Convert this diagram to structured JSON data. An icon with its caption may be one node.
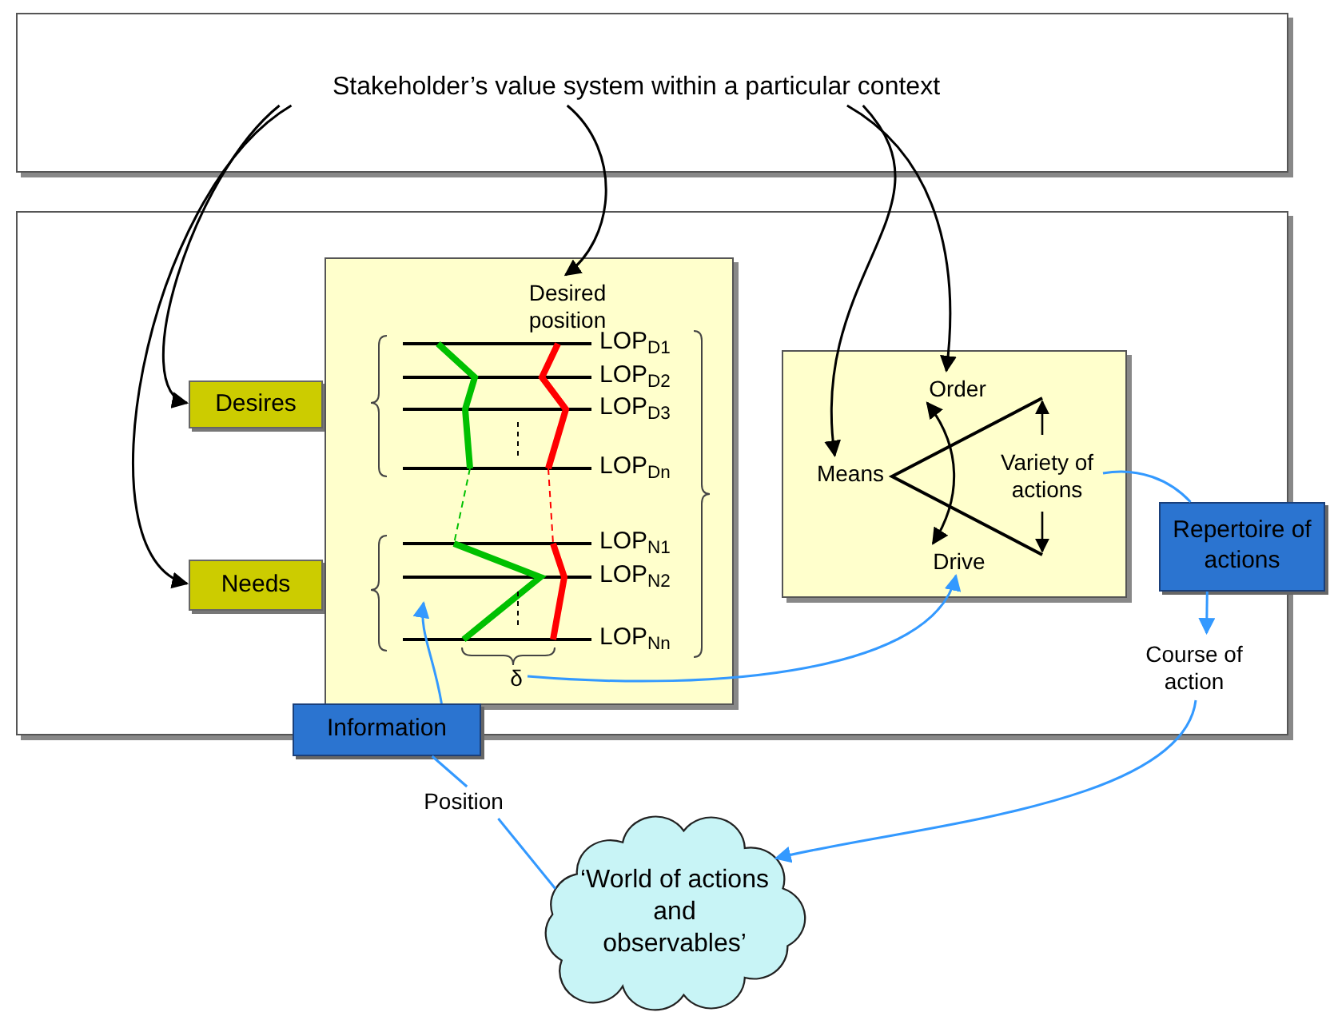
{
  "diagram": {
    "nodes": [
      {
        "text": [
          "Stakeholder’s value system within a particular context"
        ]
      },
      {
        "text": [],
        "shape": "box"
      },
      {
        "text": [
          "Desires"
        ],
        "in": 1
      },
      {
        "text": [
          "Needs"
        ],
        "in": 1
      },
      {
        "text": [],
        "shape": "box",
        "in": 1
      },
      {
        "text": [
          "Desired position"
        ],
        "in": 4
      },
      {
        "text": [
          "δ"
        ],
        "in": 4
      },
      {
        "text": [],
        "shape": "box",
        "in": 1
      },
      {
        "text": [
          "Order"
        ],
        "in": 7
      },
      {
        "text": [
          "Means"
        ],
        "in": 7
      },
      {
        "text": [
          "Drive"
        ],
        "in": 7
      },
      {
        "text": [
          "Variety of actions"
        ],
        "in": 7
      },
      {
        "text": [
          "Repertoire of actions"
        ]
      },
      {
        "text": [
          "Course of action"
        ],
        "in": 1
      },
      {
        "text": [
          "Information"
        ]
      },
      {
        "text": [
          "Position"
        ]
      },
      {
        "text": [
          "‘World of actions and observables’"
        ]
      }
    ],
    "edges": [
      {
        "from": 0,
        "to": 2,
        "arrow": "to",
        "color": "#000000"
      },
      {
        "from": 0,
        "to": 3,
        "arrow": "to",
        "color": "#000000"
      },
      {
        "from": 0,
        "to": 5,
        "arrow": "to",
        "color": "#000000"
      },
      {
        "from": 0,
        "to": 8,
        "arrow": "to",
        "color": "#000000"
      },
      {
        "from": 0,
        "to": 9,
        "arrow": "to",
        "color": "#000000"
      },
      {
        "from": 8,
        "to": 10,
        "arrow": "both",
        "color": "#000000"
      },
      {
        "from": 11,
        "to": 12,
        "arrow": "none"
      },
      {
        "from": 12,
        "to": 13,
        "arrow": "to"
      },
      {
        "from": 13,
        "to": 16,
        "arrow": "to"
      },
      {
        "from": 6,
        "to": 10,
        "arrow": "to"
      },
      {
        "from": 16,
        "to": 15,
        "arrow": "none"
      },
      {
        "from": 15,
        "to": 14,
        "arrow": "none"
      },
      {
        "from": 14,
        "to": null,
        "arrow": "to"
      }
    ],
    "labels": [
      "LOP$_{D1}$",
      "LOP$_{D2}$",
      "LOP$_{D3}$",
      "LOP$_{Dn}$",
      "LOP$_{N1}$",
      "LOP$_{N2}$",
      "LOP$_{Nn}$"
    ]
  }
}
